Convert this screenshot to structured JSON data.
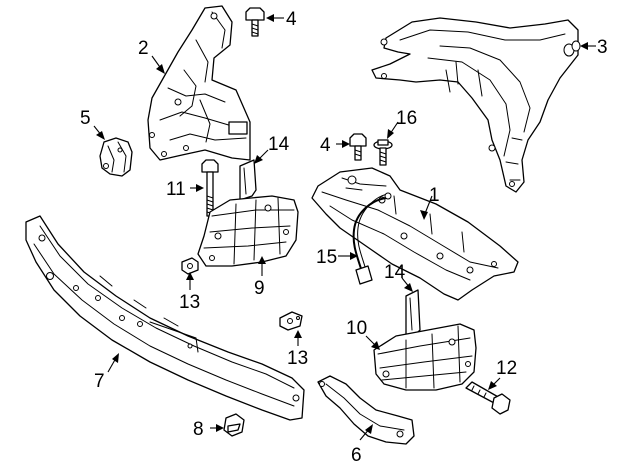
{
  "diagram": {
    "callouts": [
      {
        "id": "c1",
        "label": "1"
      },
      {
        "id": "c2",
        "label": "2"
      },
      {
        "id": "c3",
        "label": "3"
      },
      {
        "id": "c4a",
        "label": "4"
      },
      {
        "id": "c4b",
        "label": "4"
      },
      {
        "id": "c5",
        "label": "5"
      },
      {
        "id": "c6",
        "label": "6"
      },
      {
        "id": "c7",
        "label": "7"
      },
      {
        "id": "c8",
        "label": "8"
      },
      {
        "id": "c9",
        "label": "9"
      },
      {
        "id": "c10",
        "label": "10"
      },
      {
        "id": "c11",
        "label": "11"
      },
      {
        "id": "c12",
        "label": "12"
      },
      {
        "id": "c13a",
        "label": "13"
      },
      {
        "id": "c13b",
        "label": "13"
      },
      {
        "id": "c14a",
        "label": "14"
      },
      {
        "id": "c14b",
        "label": "14"
      },
      {
        "id": "c15",
        "label": "15"
      },
      {
        "id": "c16",
        "label": "16"
      }
    ]
  }
}
